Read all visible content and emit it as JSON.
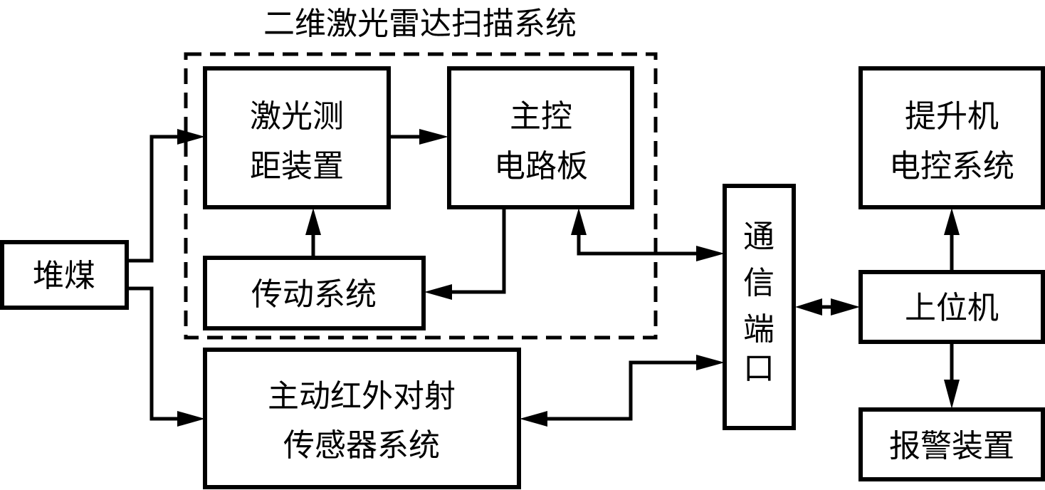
{
  "diagram": {
    "group_title": "二维激光雷达扫描系统",
    "nodes": {
      "coal_pile": {
        "lines": [
          "堆煤"
        ]
      },
      "laser_ranging": {
        "lines": [
          "激光测",
          "距装置"
        ]
      },
      "main_board": {
        "lines": [
          "主控",
          "电路板"
        ]
      },
      "transmission": {
        "lines": [
          "传动系统"
        ]
      },
      "ir_sensor": {
        "lines": [
          "主动红外对射",
          "传感器系统"
        ]
      },
      "comm_port": {
        "lines": [
          "通",
          "信",
          "端",
          "口"
        ]
      },
      "hoist_control": {
        "lines": [
          "提升机",
          "电控系统"
        ]
      },
      "host_pc": {
        "lines": [
          "上位机"
        ]
      },
      "alarm": {
        "lines": [
          "报警装置"
        ]
      }
    },
    "edges": [
      {
        "from": "coal_pile",
        "to": "laser_ranging",
        "direction": "forward"
      },
      {
        "from": "coal_pile",
        "to": "ir_sensor",
        "direction": "forward"
      },
      {
        "from": "laser_ranging",
        "to": "main_board",
        "direction": "forward"
      },
      {
        "from": "transmission",
        "to": "laser_ranging",
        "direction": "forward"
      },
      {
        "from": "main_board",
        "to": "transmission",
        "direction": "forward"
      },
      {
        "from": "main_board",
        "to": "comm_port",
        "direction": "bidirectional"
      },
      {
        "from": "ir_sensor",
        "to": "comm_port",
        "direction": "bidirectional"
      },
      {
        "from": "comm_port",
        "to": "host_pc",
        "direction": "bidirectional"
      },
      {
        "from": "host_pc",
        "to": "hoist_control",
        "direction": "forward"
      },
      {
        "from": "host_pc",
        "to": "alarm",
        "direction": "forward"
      }
    ]
  }
}
